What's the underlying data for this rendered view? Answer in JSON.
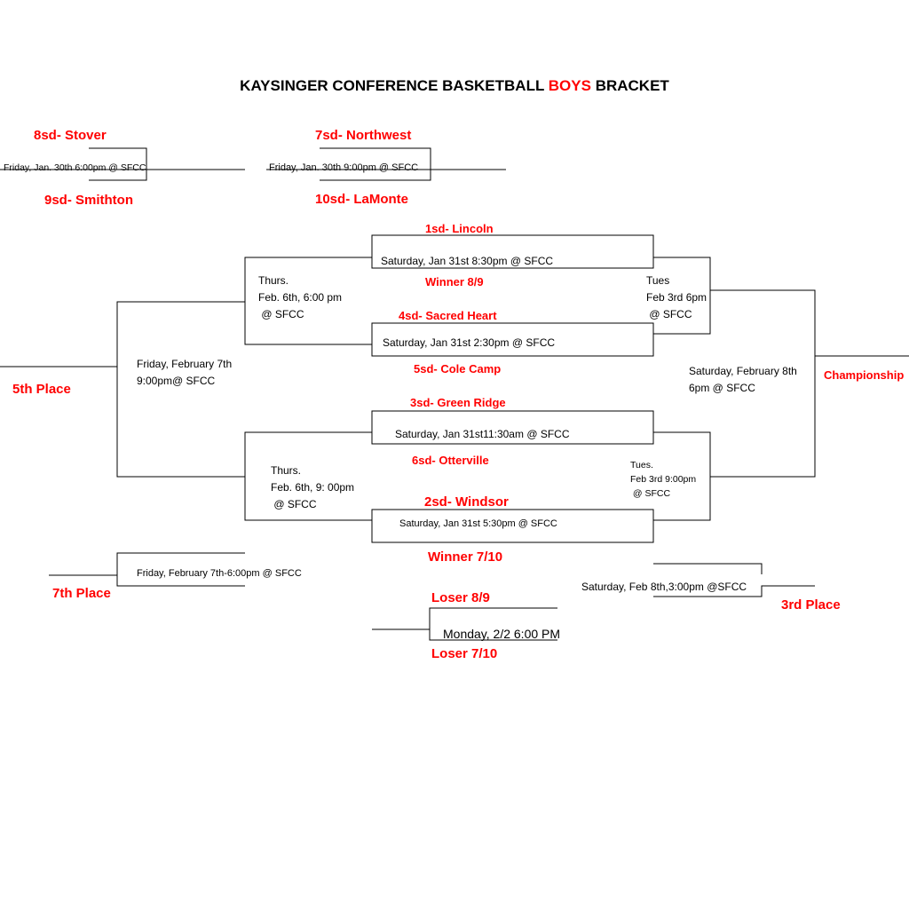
{
  "title": {
    "main": "KAYSINGER CONFERENCE BASKETBALL",
    "accent": "BOYS",
    "end": "BRACKET"
  },
  "teams": {
    "stover": "8sd- Stover",
    "smithton": "9sd- Smithton",
    "northwest": "7sd- Northwest",
    "lamonte": "10sd- LaMonte",
    "lincoln": "1sd- Lincoln",
    "winner_8_9": "Winner 8/9",
    "sacred_heart": "4sd- Sacred Heart",
    "cole_camp": "5sd- Cole Camp",
    "green_ridge": "3sd- Green Ridge",
    "otterville": "6sd- Otterville",
    "windsor": "2sd- Windsor",
    "winner_7_10": "Winner 7/10",
    "loser_8_9": "Loser 8/9",
    "loser_7_10": "Loser 7/10"
  },
  "places": {
    "championship": "Championship",
    "fifth": "5th Place",
    "seventh": "7th Place",
    "third": "3rd Place"
  },
  "games": {
    "play_in_1": "Friday, Jan. 30th 6:00pm @ SFCC",
    "play_in_2": "Friday, Jan. 30th 9:00pm @ SFCC",
    "qf_1": "Saturday, Jan 31st 8:30pm @ SFCC",
    "qf_2": "Saturday, Jan 31st 2:30pm @ SFCC",
    "qf_3": "Saturday, Jan 31st11:30am @ SFCC",
    "qf_4": "Saturday, Jan 31st 5:30pm @ SFCC",
    "cons_1": "Thurs.\nFeb. 6th, 6:00 pm\n @ SFCC",
    "cons_2": "Thurs.\nFeb. 6th, 9: 00pm\n @ SFCC",
    "fifth_game": "Friday, February 7th\n9:00pm@ SFCC",
    "seventh_game": "Friday, February 7th-6:00pm @ SFCC",
    "semi_1": "Tues\nFeb 3rd 6pm\n @ SFCC",
    "semi_2": "Tues.\nFeb 3rd 9:00pm\n @ SFCC",
    "final": "Saturday, February 8th\n6pm @ SFCC",
    "third_game": "Saturday, Feb 8th,3:00pm @SFCC",
    "loser_game": "Monday, 2/2 6:00 PM"
  },
  "colors": {
    "accent": "#ff0000",
    "text": "#000000",
    "lines": "#000000"
  }
}
